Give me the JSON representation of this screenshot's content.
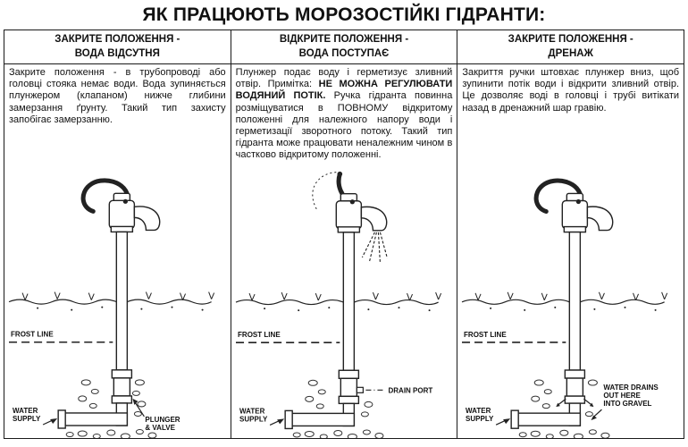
{
  "page": {
    "title": "ЯК ПРАЦЮЮТЬ МОРОЗОСТІЙКІ ГІДРАНТИ:"
  },
  "columns": [
    {
      "header_line1": "ЗАКРИТЕ ПОЛОЖЕННЯ -",
      "header_line2": "ВОДА ВІДСУТНЯ",
      "body": "Закрите положення - в трубопроводі або головці стояка немає води. Вода зупиняється плунжером (клапаном) нижче глибини замерзання ґрунту. Такий тип захисту запобігає замерзанню.",
      "diagram": {
        "frost_line": "FROST LINE",
        "water_supply_line1": "WATER",
        "water_supply_line2": "SUPPLY",
        "callout_line1": "PLUNGER",
        "callout_line2": "& VALVE"
      }
    },
    {
      "header_line1": "ВІДКРИТЕ ПОЛОЖЕННЯ -",
      "header_line2": "ВОДА ПОСТУПАЄ",
      "body_parts": [
        "Плунжер подає воду і герметизує зливний отвір. Примітка: ",
        "НЕ МОЖНА РЕГУЛЮВАТИ ВОДЯНИЙ ПОТІК.",
        " Ручка гідранта повинна розміщуватися в ПОВНОМУ відкритому положенні для належного напору води і герметизації зворотного потоку. Такий тип гідранта може працювати неналежним чином в частково відкритому положенні."
      ],
      "diagram": {
        "frost_line": "FROST LINE",
        "water_supply_line1": "WATER",
        "water_supply_line2": "SUPPLY",
        "callout_line1": "DRAIN PORT"
      }
    },
    {
      "header_line1": "ЗАКРИТЕ ПОЛОЖЕННЯ -",
      "header_line2": "ДРЕНАЖ",
      "body": "Закриття ручки штовхає плунжер вниз, щоб зупинити потік води і відкрити зливний отвір. Це дозволяє воді в головці і трубі витікати назад в дренажний шар гравію.",
      "diagram": {
        "frost_line": "FROST LINE",
        "water_supply_line1": "WATER",
        "water_supply_line2": "SUPPLY",
        "callout_line1": "WATER DRAINS",
        "callout_line2": "OUT HERE",
        "callout_line3": "INTO GRAVEL"
      }
    }
  ]
}
